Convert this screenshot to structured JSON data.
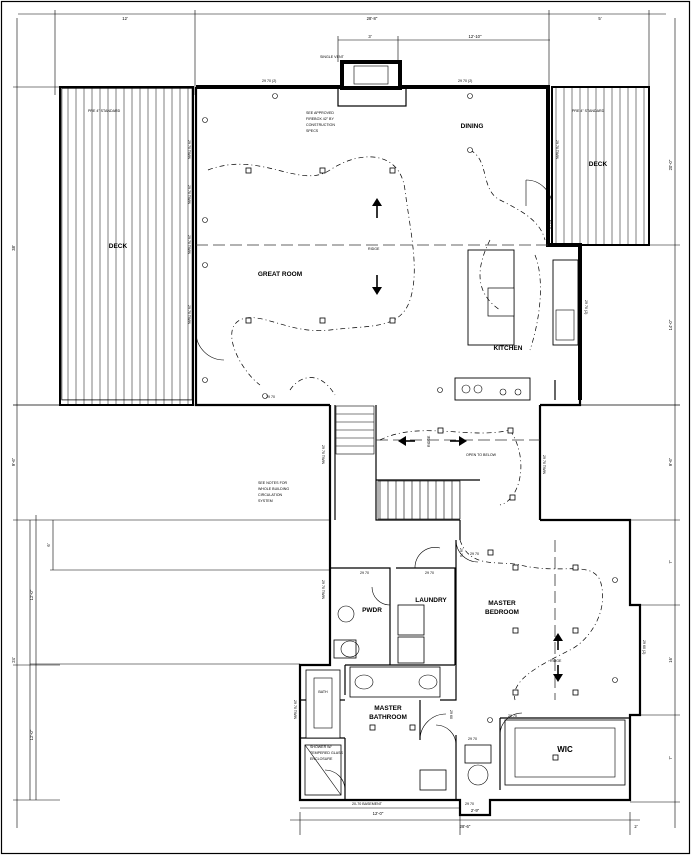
{
  "rooms": {
    "great_room": "GREAT ROOM",
    "dining": "DINING",
    "kitchen": "KITCHEN",
    "deck_left": "DECK",
    "deck_right": "DECK",
    "master_bedroom_1": "MASTER",
    "master_bedroom_2": "BEDROOM",
    "master_bath_1": "MASTER",
    "master_bath_2": "BATHROOM",
    "laundry": "LAUNDRY",
    "pwdr": "PWDR",
    "wic": "WIC",
    "bath": "BATH"
  },
  "notes": {
    "deck_left": "PRE 4\" STANDARD",
    "deck_right": "PRE 4\" STANDARD",
    "chimney": "SINGLE VENT",
    "vent_note_1": "SEE NOTES FOR",
    "vent_note_2": "WHOLE BUILDING",
    "vent_note_3": "CIRCULATION",
    "vent_note_4": "SYSTEM",
    "open_below": "OPEN TO BELOW",
    "ridge": "RIDGE",
    "fireplace_1": "SEE APPROVED",
    "fireplace_2": "FIREBOX 42\" BY",
    "fireplace_3": "CONSTRUCTION",
    "fireplace_4": "SPECS",
    "shower_1": "SHOWER W/",
    "shower_2": "TEMPERED GLASS",
    "shower_3": "ENCLOSURE",
    "bath_window": "20-70 BASEMENT"
  },
  "dims": {
    "top_left": "12'",
    "top_mid": "28'-8\"",
    "top_right": "5'",
    "second_left": "3'",
    "second_right": "12'-10\"",
    "left_main": "38'",
    "right_upper": "20'-0\"",
    "right_mid": "14'-0\"",
    "right_stair": "9'-6\"",
    "left_stair": "9'-6\"",
    "lower_left_1": "6'",
    "lower_left_2": "12'-0\"",
    "lower_left_3": "24'",
    "lower_left_4": "12'-0\"",
    "right_lower_1": "7'",
    "right_lower_2": "16'",
    "right_lower_3": "7'",
    "bottom_1": "12'-0\"",
    "bottom_2": "28'-6\"",
    "bottom_mid": "2'-9\"",
    "bottom_right": "2'"
  },
  "windows": {
    "w_top_left": "29 70 (2)",
    "w_top_right": "29 70 (2)",
    "w_door_top": "29 70",
    "w_left_1": "29 70 TWIN",
    "w_left_2": "29 70 TWIN",
    "w_left_3": "29 70 TWIN",
    "w_left_4": "29 70 TWIN",
    "w_right_deck": "29 70 TWIN",
    "w_kitchen": "29 70 (2)",
    "w_stair": "29 70 TWIN",
    "w_stair_r": "29 70 TWIN",
    "w_mb_right": "29 60 (2)",
    "w_pwdr": "29 70",
    "w_laundry": "29 70",
    "w_laundry2": "29 70",
    "w_left_bath": "29 70 TWIN",
    "w_bath_left": "29 70 TWIN",
    "w_bath_side": "29 60",
    "w_wic": "29 70",
    "w_door": "29 70",
    "w_bottom": "29 70",
    "w_mbed_door": "29 70",
    "w_mbath_door": "29 70"
  }
}
